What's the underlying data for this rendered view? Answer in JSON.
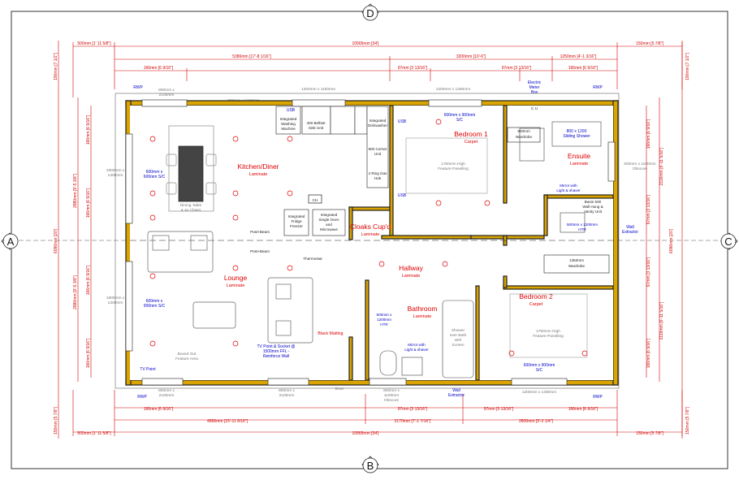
{
  "markers": {
    "top": "D",
    "bottom": "B",
    "left": "A",
    "right": "C"
  },
  "top_dims": {
    "row1": [
      "500mm [1' 11 5/8\"]",
      "10565mm [34']",
      "150mm [5 7/8\"]"
    ],
    "row2": [
      "5386mm [17'-8 1/16\"]",
      "3200mm [10'-6\"]",
      "1250mm [4'-1 3/16\"]"
    ],
    "row3": [
      "166mm [6 9/16\"]",
      "97mm [3 13/16\"]",
      "97mm [3 13/16\"]",
      "166mm [6 9/16\"]"
    ],
    "windows": [
      "1200mm x 1100mm",
      "1200mm x 1300mm"
    ],
    "left_win": [
      "800mm x",
      "2100mm"
    ],
    "door_top": [
      "800mm x 2100mm",
      "Door"
    ],
    "rwp_left": "RWP",
    "rwp_right": "RWP",
    "meter": [
      "Electric",
      "Meter",
      "Box"
    ]
  },
  "bottom_dims": {
    "row1": [
      "166mm [6 9/16\"]",
      "97mm [3 13/16\"]",
      "97mm [3 13/16\"]",
      "166mm [6 9/16\"]"
    ],
    "row2": [
      "4866mm [15'-11 9/16\"]",
      "2170mm [7'-1 7/16\"]",
      "2800mm [9'-2 1/4\"]"
    ],
    "row3": [
      "500mm [1' 11 5/8\"]",
      "10565mm [34']",
      "150mm [5 7/8\"]"
    ],
    "win_left": [
      "800mm x",
      "2100mm"
    ],
    "win_mid": [
      "800mm x",
      "2100mm"
    ],
    "door": [
      "800mm x 2100mm",
      "Door"
    ],
    "obscure": [
      "800mm x",
      "1100mm",
      "Obscure"
    ],
    "win_right": "1200mm x 1300mm",
    "rwp_left": "RWP",
    "rwp_right": "RWP",
    "wall_extractor": [
      "Wall",
      "Extractor"
    ]
  },
  "left_dims": {
    "outer_top": "190mm [7 1/2\"]",
    "a": "166mm [6 9/16\"]",
    "b": "2880mm [9'-5 3/8\"]",
    "c": "166mm [6 9/16\"]",
    "total": "6096mm [20']",
    "d": "166mm [6 9/16\"]",
    "e": "2880mm [9'-5 3/8\"]",
    "f": "166mm [6 9/16\"]",
    "outer_bottom": "150mm [5 7/8\"]",
    "win1": [
      "1800mm x",
      "1300mm"
    ],
    "win2": [
      "1800mm x",
      "1300mm"
    ]
  },
  "right_dims": {
    "outer_top": "190mm [7 1/2\"]",
    "a": "166mm [6 9/16\"]",
    "b": "2116mm [6'-11 5/16\"]",
    "c": "97mm [3 13/16\"]",
    "total": "6096mm [20']",
    "d": "97mm [3 13/16\"]",
    "e": "2116mm [6'-11 5/16\"]",
    "f": "166mm [6 9/16\"]",
    "outer_bottom": "150mm [5 7/8\"]",
    "ensuite_win": [
      "600mm x 1100mm",
      "Obscure"
    ],
    "wall_extractor": [
      "Wall",
      "Extractor"
    ]
  },
  "rooms": {
    "kitchen": {
      "name": "Kitchen/Diner",
      "floor": "Laminate"
    },
    "lounge": {
      "name": "Lounge",
      "floor": "Laminate"
    },
    "hallway": {
      "name": "Hallway",
      "floor": "Laminate"
    },
    "bathroom": {
      "name": "Bathroom",
      "floor": "Laminate"
    },
    "cloaks": {
      "name": "Cloaks Cup'd",
      "floor": "Laminate"
    },
    "bedroom1": {
      "name": "Bedroom 1",
      "floor": "Carpet"
    },
    "bedroom2": {
      "name": "Bedroom 2",
      "floor": "Carpet"
    },
    "ensuite": {
      "name": "Ensuite",
      "floor": "Laminate"
    }
  },
  "labels": {
    "dining": [
      "Dining Table",
      "& 4x Chairs"
    ],
    "wardrobe1": [
      "900mm",
      "Wardrobe"
    ],
    "wardrobe2": [
      "1350mm",
      "Wardrobe"
    ],
    "panel1": [
      "1750mm High",
      "Feature Panelling"
    ],
    "panel2": [
      "1750mm High",
      "Feature Panelling"
    ],
    "mirror_ensuite": [
      "Mirror with",
      "Light & shaver"
    ],
    "mirror_bath": [
      "Mirror with",
      "Light & shaver"
    ],
    "htr_bath": [
      "500mm x",
      "1200mm",
      "HTR"
    ],
    "htr_ensuite": [
      "500mm x 1200mm",
      "HTR"
    ],
    "shower": [
      "Shower",
      "over Bath",
      "with",
      "Screen"
    ],
    "tv_point": "TV Point",
    "tv_socket": [
      "TV Point & Socket @",
      "1500mm FFL -",
      "Reinforce Wall"
    ],
    "feature": [
      "Boxed Out",
      "Feature Area"
    ],
    "black_matting": "Black Matting",
    "ac1": [
      "600mm x 900mm",
      "S/C"
    ],
    "ac2": [
      "600mm x 900mm",
      "S/C"
    ],
    "ac_lounge": [
      "600mm x",
      "900mm S/C"
    ],
    "ac_kitchen": [
      "600mm x",
      "600mm S/C"
    ],
    "fridge": [
      "Integrated",
      "Fridge",
      "Freezer"
    ],
    "oven": [
      "Integrated",
      "Single Oven",
      "and",
      "Microwave"
    ],
    "washing": [
      "Integrated",
      "Washing",
      "Machine"
    ],
    "sink": [
      "400 Belfast",
      "Sink Unit"
    ],
    "dishwasher": [
      "Integrated",
      "Dishwasher"
    ],
    "corner": [
      "900 Corner",
      "Unit"
    ],
    "hob": [
      "4 Ring Gas",
      "Hob"
    ],
    "ch": "CH",
    "thermostat": "Thermostat",
    "post_beam1": "Post+Beam",
    "post_beam2": "Post+Beam",
    "usb1": "USB",
    "usb2": "USB",
    "usb3": "USB",
    "cu": "C U",
    "shower_ensuite": [
      "800 x 1200",
      "Sliding Shower"
    ],
    "towel": [
      "Basin 500",
      "Wall Hung &",
      "Vanity Unit"
    ]
  }
}
